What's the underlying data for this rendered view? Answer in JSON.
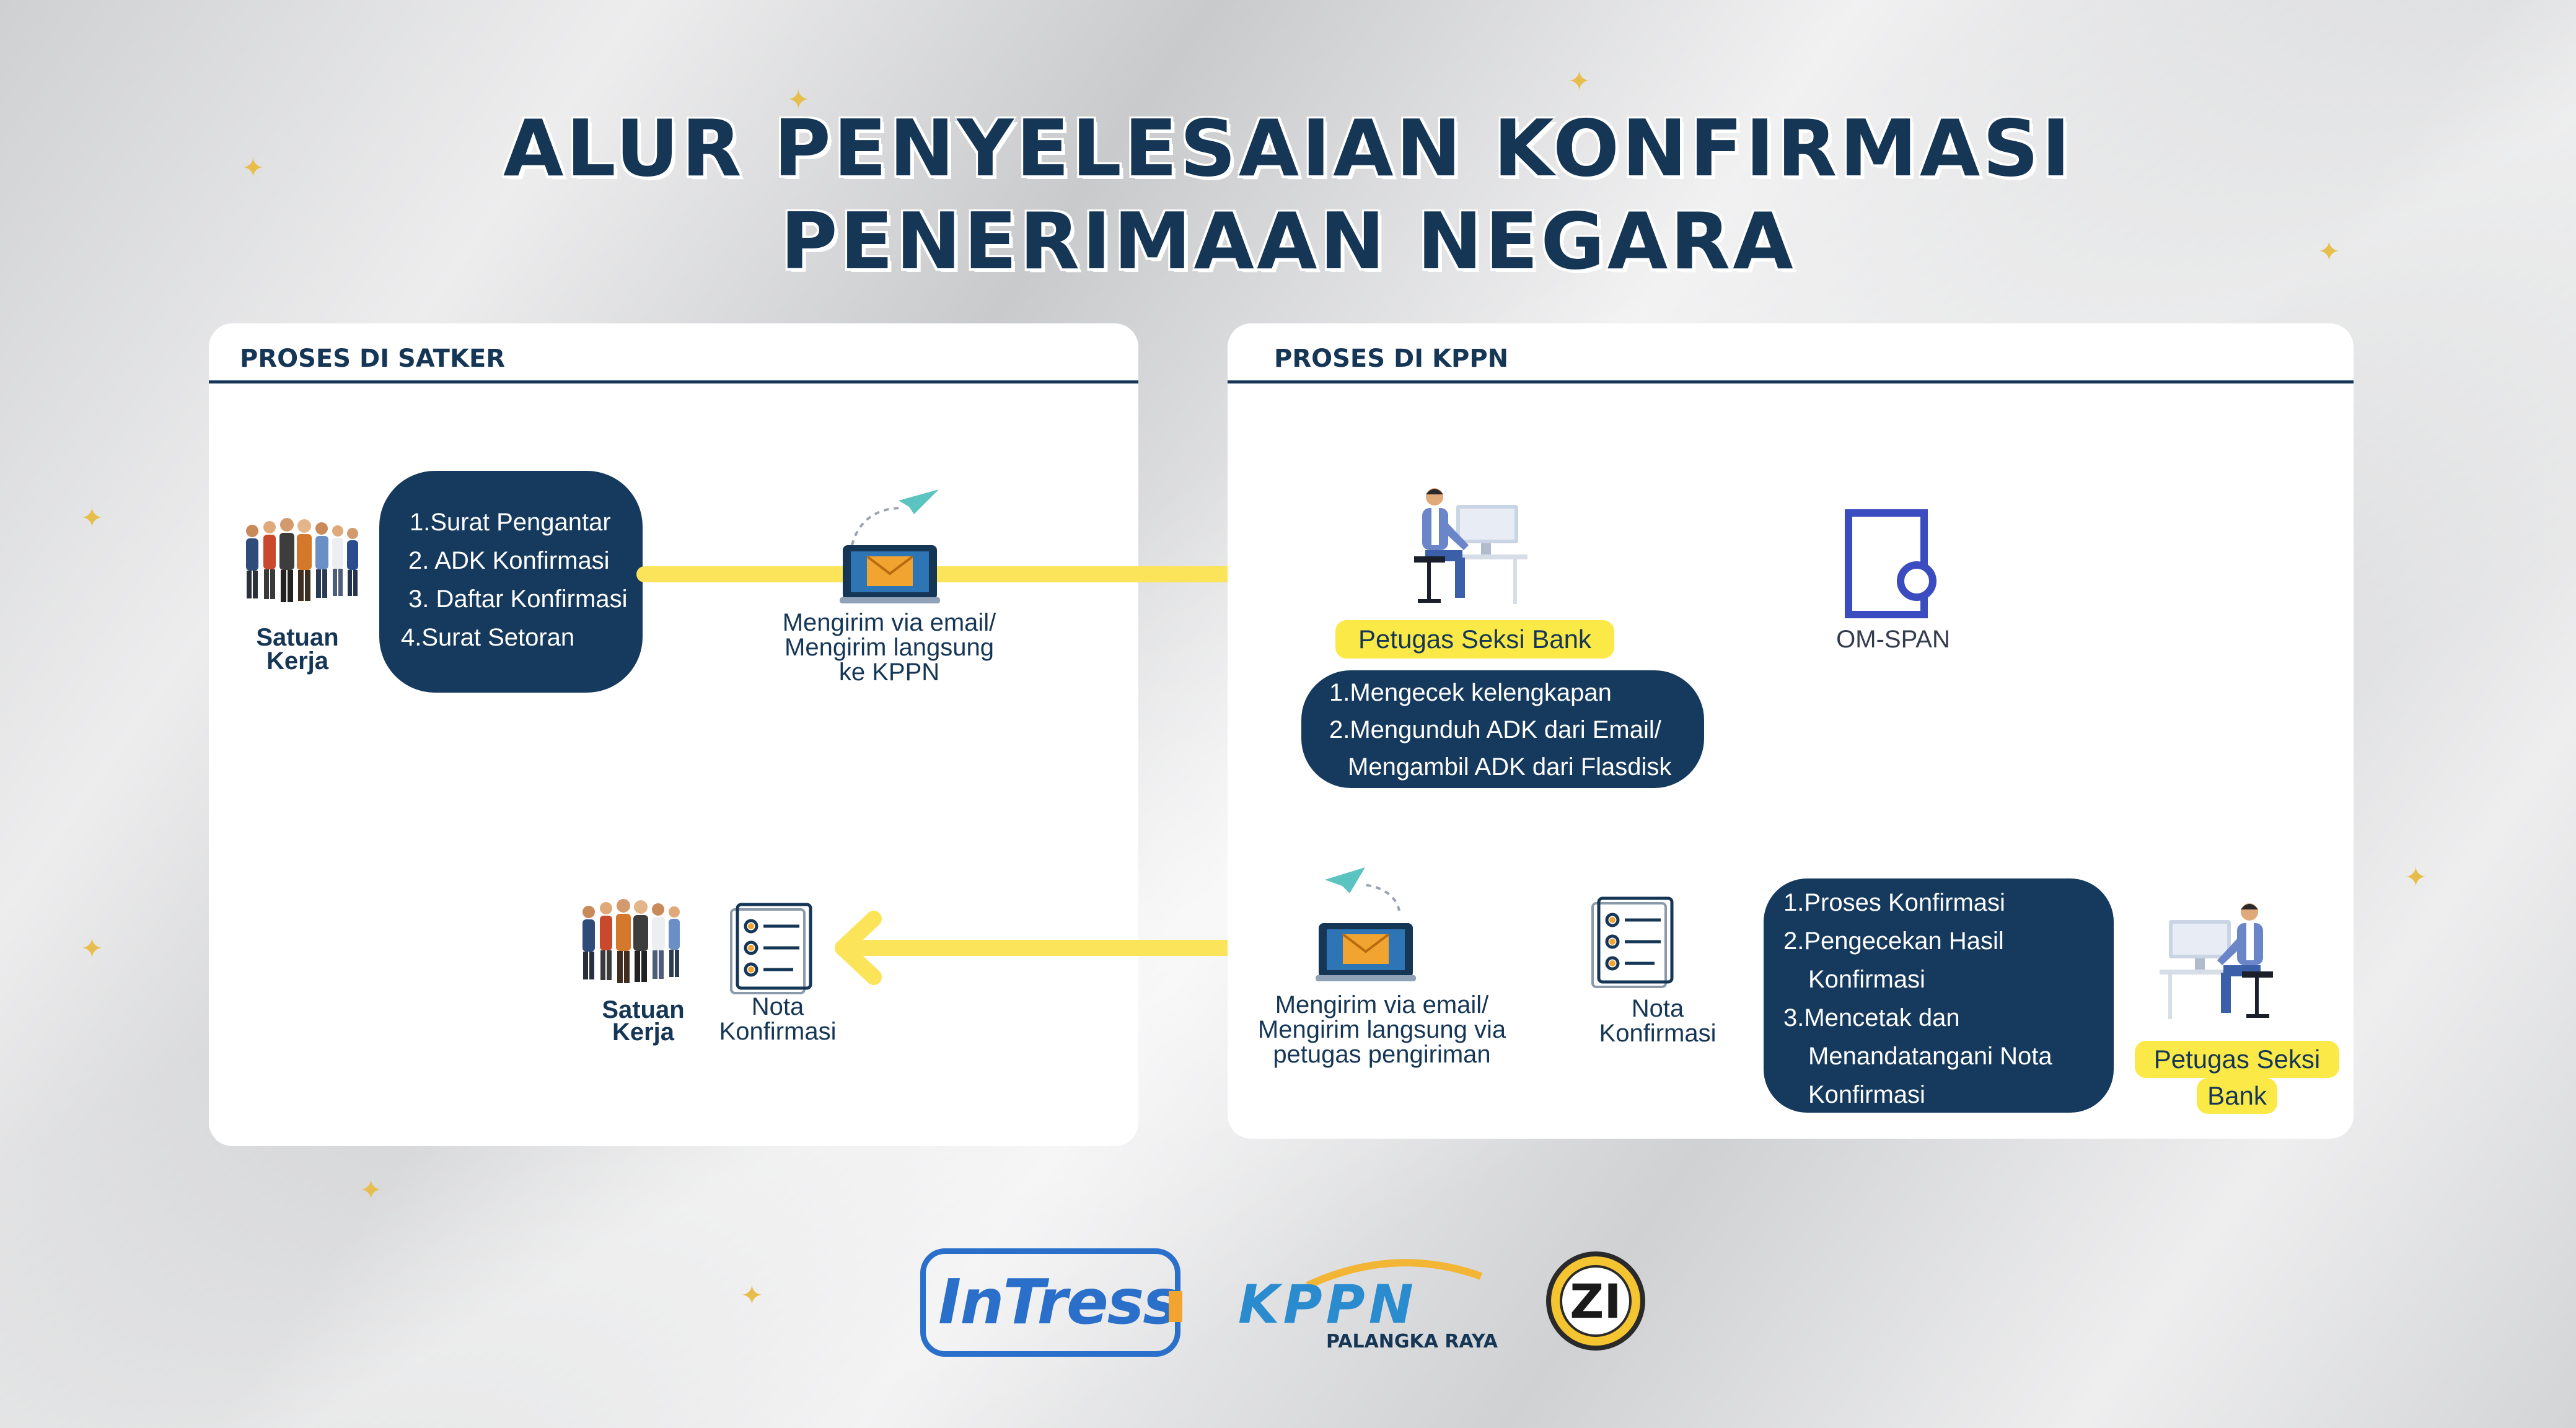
{
  "title": {
    "line1": "ALUR  PENYELESAIAN KONFIRMASI",
    "line2": "PENERIMAAN NEGARA"
  },
  "satker_panel": {
    "heading": "PROSES DI SATKER",
    "actor_label_line1": "Satuan",
    "actor_label_line2": "Kerja",
    "documents": [
      "1.Surat Pengantar",
      "2. ADK Konfirmasi",
      "3. Daftar Konfirmasi",
      "4.Surat Setoran"
    ],
    "send_label": [
      "Mengirim via email/",
      "Mengirim langsung",
      "ke KPPN"
    ],
    "return_actor_line1": "Satuan",
    "return_actor_line2": "Kerja",
    "nota_label_line1": "Nota",
    "nota_label_line2": "Konfirmasi"
  },
  "kppn_panel": {
    "heading": "PROSES DI KPPN",
    "officer_label": "Petugas  Seksi Bank",
    "officer_tasks": [
      "1.Mengecek kelengkapan",
      "2.Mengunduh ADK dari Email/",
      "Mengambil ADK dari Flasdisk"
    ],
    "system_label": "OM-SPAN",
    "process_steps": [
      "1.Proses Konfirmasi",
      "2.Pengecekan Hasil",
      "Konfirmasi",
      "3.Mencetak dan",
      "Menandatangani Nota",
      "Konfirmasi"
    ],
    "officer2_label_line1": "Petugas  Seksi",
    "officer2_label_line2": "Bank",
    "nota_label_line1": "Nota",
    "nota_label_line2": "Konfirmasi",
    "send_back_label": [
      "Mengirim via email/",
      "Mengirim langsung via",
      "petugas pengiriman"
    ]
  },
  "footer": {
    "logo1_text": "InTress",
    "logo2_text": "KPPN",
    "logo2_sub": "PALANGKA RAYA",
    "logo3_text": "ZI"
  },
  "colors": {
    "navy": "#163656",
    "bubble": "#163a5e",
    "arrow_yellow": "#fbe45a",
    "highlight": "#fbe948",
    "envelope": "#f2a431",
    "plane": "#5bc4c0"
  }
}
